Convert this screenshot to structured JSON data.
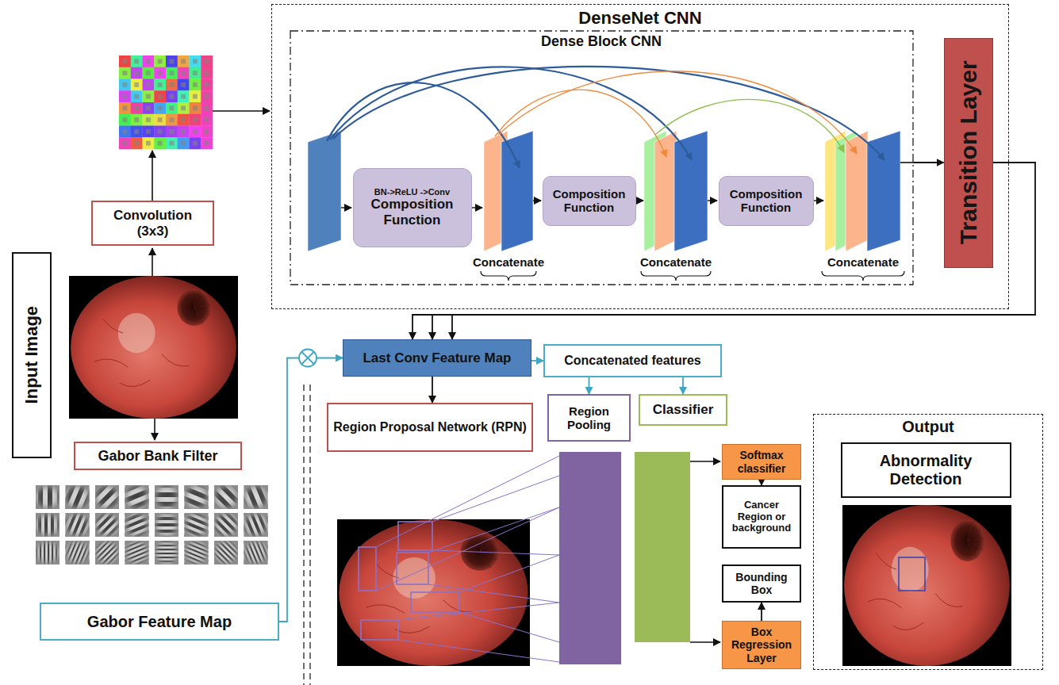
{
  "diagram": {
    "nodes": [
      {
        "text": [
          "DenseNet CNN"
        ]
      },
      {
        "text": [
          "Dense Block CNN"
        ],
        "in": 0
      },
      {
        "text": [
          "BN->ReLU ->Conv",
          "Composition Function"
        ],
        "in": 1
      },
      {
        "text": [
          "Composition Function"
        ],
        "in": 1
      },
      {
        "text": [
          "Composition Function"
        ],
        "in": 1
      },
      {
        "text": [
          "Transition Layer"
        ],
        "in": 0
      },
      {
        "text": [
          "Input Image"
        ]
      },
      {
        "text": [
          "Convolution (3x3)"
        ]
      },
      {
        "text": [
          "Gabor Bank Filter"
        ]
      },
      {
        "text": [
          "Last Conv Feature Map"
        ]
      },
      {
        "text": [
          "Concatenated features"
        ]
      },
      {
        "text": [
          "Region Proposal Network (RPN)"
        ]
      },
      {
        "text": [
          "Region Pooling"
        ]
      },
      {
        "text": [
          "Classifier"
        ]
      },
      {
        "text": [
          "Gabor Feature Map"
        ]
      },
      {
        "text": [
          "Softmax classifier"
        ]
      },
      {
        "text": [
          "Cancer Region or background"
        ]
      },
      {
        "text": [
          "Bounding Box"
        ]
      },
      {
        "text": [
          "Box Regression Layer"
        ]
      },
      {
        "text": [
          "Output"
        ]
      },
      {
        "text": [
          "Abnormality Detection"
        ],
        "in": 19
      }
    ],
    "edges": [
      {
        "from": 1,
        "to": 5,
        "arrow": "to"
      },
      {
        "from": 5,
        "to": 9,
        "arrow": "to"
      },
      {
        "from": 14,
        "to": 9,
        "arrow": "to"
      },
      {
        "from": 9,
        "to": 10,
        "arrow": "to"
      },
      {
        "from": 9,
        "to": 11,
        "arrow": "to"
      },
      {
        "from": 10,
        "to": 12,
        "arrow": "to"
      },
      {
        "from": 10,
        "to": 13,
        "arrow": "to"
      },
      {
        "from": 15,
        "to": 16,
        "arrow": "to"
      },
      {
        "from": 18,
        "to": 17,
        "arrow": "to"
      }
    ],
    "labels": [
      "Concatenate",
      "Concatenate",
      "Concatenate"
    ]
  }
}
